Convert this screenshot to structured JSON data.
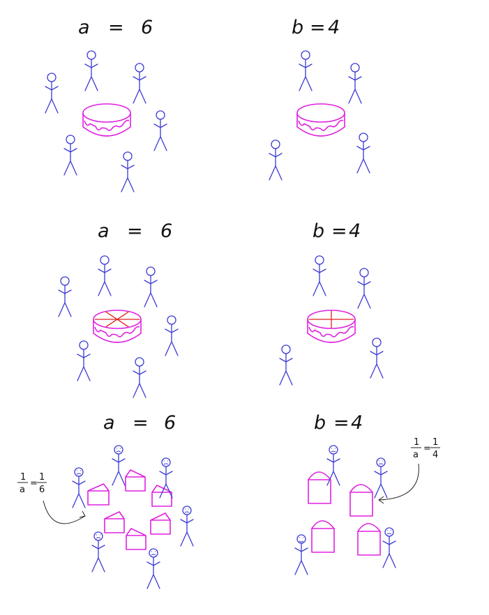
{
  "colors": {
    "person": "#3a3ad4",
    "cake": "#e020e0",
    "cut": "#e02020",
    "ink": "#111111"
  },
  "panels": {
    "row1_left": {
      "var": "a",
      "value": "6",
      "people": 6,
      "cuts": 0
    },
    "row1_right": {
      "var": "b",
      "value": "4",
      "people": 4,
      "cuts": 0
    },
    "row2_left": {
      "var": "a",
      "value": "6",
      "people": 6,
      "cuts": 6
    },
    "row2_right": {
      "var": "b",
      "value": "4",
      "people": 4,
      "cuts": 4
    },
    "row3_left": {
      "var": "a",
      "value": "6",
      "people": 6,
      "slices": 6,
      "fraction": {
        "num": "1",
        "den": "a",
        "rhs_num": "1",
        "rhs_den": "6"
      }
    },
    "row3_right": {
      "var": "b",
      "value": "4",
      "people": 4,
      "slices": 4,
      "fraction": {
        "num": "1",
        "den": "a",
        "rhs_num": "1",
        "rhs_den": "4"
      }
    }
  },
  "equals": "="
}
